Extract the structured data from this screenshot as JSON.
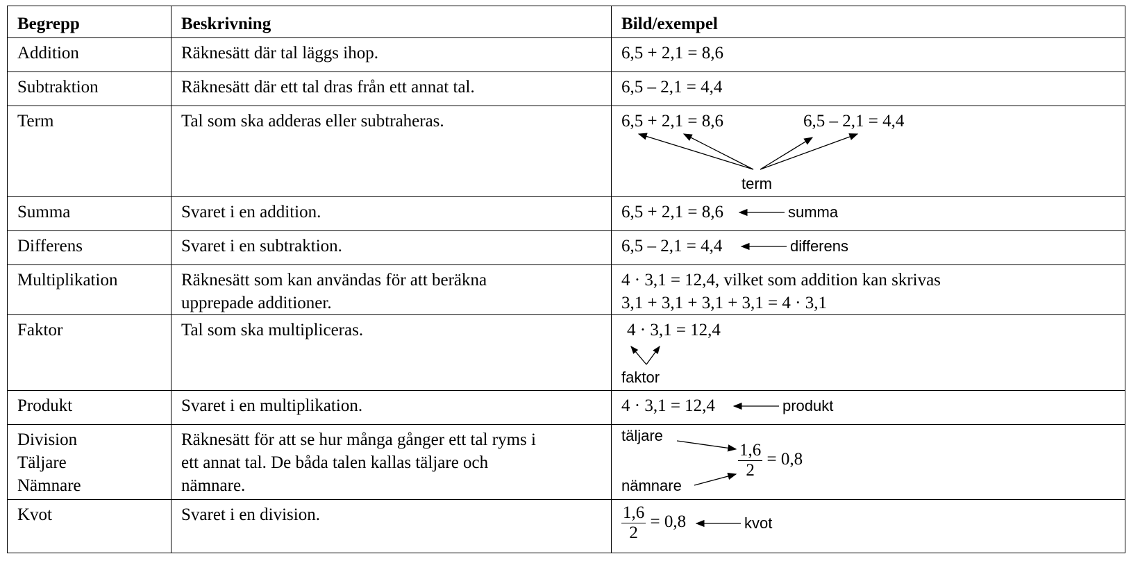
{
  "headers": {
    "term": "Begrepp",
    "description": "Beskrivning",
    "example": "Bild/exempel"
  },
  "rows": [
    {
      "term": "Addition",
      "description": "Räknesätt där tal läggs ihop.",
      "example": "6,5 + 2,1 = 8,6"
    },
    {
      "term": "Subtraktion",
      "description": "Räknesätt där ett tal dras från ett annat tal.",
      "example": "6,5 – 2,1 = 4,4"
    },
    {
      "term": "Term",
      "description": "Tal som ska adderas eller subtraheras.",
      "example_left": "6,5 + 2,1 = 8,6",
      "example_right": "6,5 – 2,1 = 4,4",
      "label": "term"
    },
    {
      "term": "Summa",
      "description": "Svaret i en addition.",
      "example": "6,5 + 2,1 = 8,6",
      "label": "summa"
    },
    {
      "term": "Differens",
      "description": "Svaret i en subtraktion.",
      "example": "6,5 – 2,1 = 4,4",
      "label": "differens"
    },
    {
      "term": "Multiplikation",
      "description_lines": [
        "Räknesätt som kan användas för att beräkna",
        "upprepade additioner."
      ],
      "example_lines": [
        "4 · 3,1 = 12,4, vilket som addition kan skrivas",
        "3,1 + 3,1 + 3,1 + 3,1 = 4 · 3,1"
      ]
    },
    {
      "term": "Faktor",
      "description": "Tal som ska multipliceras.",
      "example": "4 · 3,1 = 12,4",
      "label": "faktor"
    },
    {
      "term": "Produkt",
      "description": "Svaret i en multiplikation.",
      "example": "4 · 3,1 = 12,4",
      "label": "produkt"
    },
    {
      "term_lines": [
        "Division",
        "Täljare",
        "Nämnare"
      ],
      "description_lines": [
        "Räknesätt för att se hur många gånger ett tal ryms i",
        "ett annat tal. De båda talen kallas täljare och",
        "nämnare."
      ],
      "numerator": "1,6",
      "denominator": "2",
      "result": "= 0,8",
      "label_numerator": "täljare",
      "label_denominator": "nämnare"
    },
    {
      "term": "Kvot",
      "description": "Svaret i en division.",
      "numerator": "1,6",
      "denominator": "2",
      "result": "= 0,8",
      "label": "kvot"
    }
  ]
}
